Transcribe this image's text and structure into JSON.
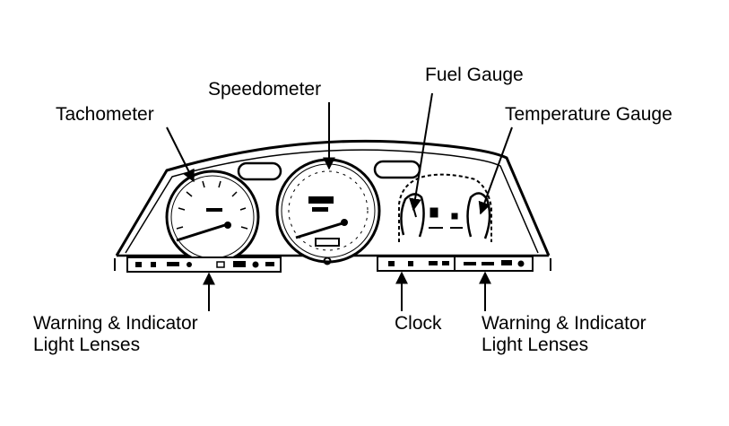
{
  "labels": {
    "tachometer": "Tachometer",
    "speedometer": "Speedometer",
    "fuel_gauge": "Fuel Gauge",
    "temperature_gauge": "Temperature Gauge",
    "warning_left_line1": "Warning & Indicator",
    "warning_left_line2": "Light Lenses",
    "clock": "Clock",
    "warning_right_line1": "Warning & Indicator",
    "warning_right_line2": "Light Lenses"
  }
}
